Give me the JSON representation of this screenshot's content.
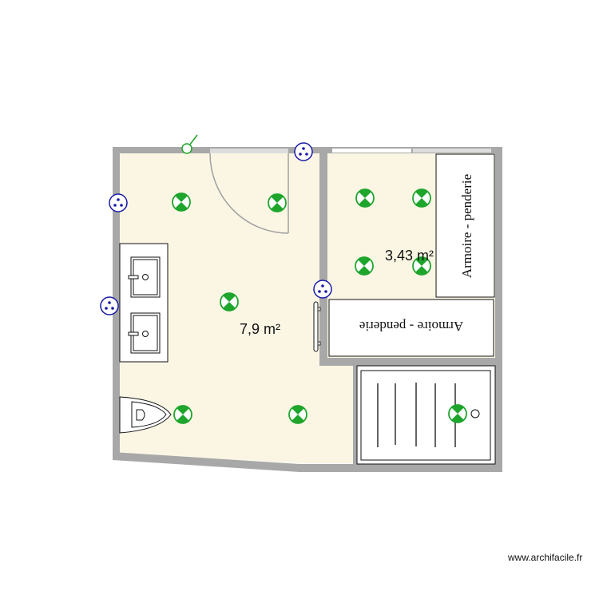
{
  "plan": {
    "rooms": [
      {
        "id": "bathroom",
        "area_label": "7,9 m²"
      },
      {
        "id": "dressing",
        "area_label": "3,43 m²"
      }
    ],
    "furniture": {
      "wardrobe_vertical": {
        "label": "Armoire - penderie"
      },
      "wardrobe_horizontal": {
        "label": "Armoire - penderie"
      }
    },
    "colors": {
      "wall": "#a8a8a8",
      "floor": "#fbf6e4",
      "light": "#1ea52c",
      "outlet": "#1a1aa8",
      "window": "#d8d8d8",
      "door_arc": "#a0a0a0"
    }
  },
  "footer": {
    "watermark": "www.archifacile.fr"
  }
}
